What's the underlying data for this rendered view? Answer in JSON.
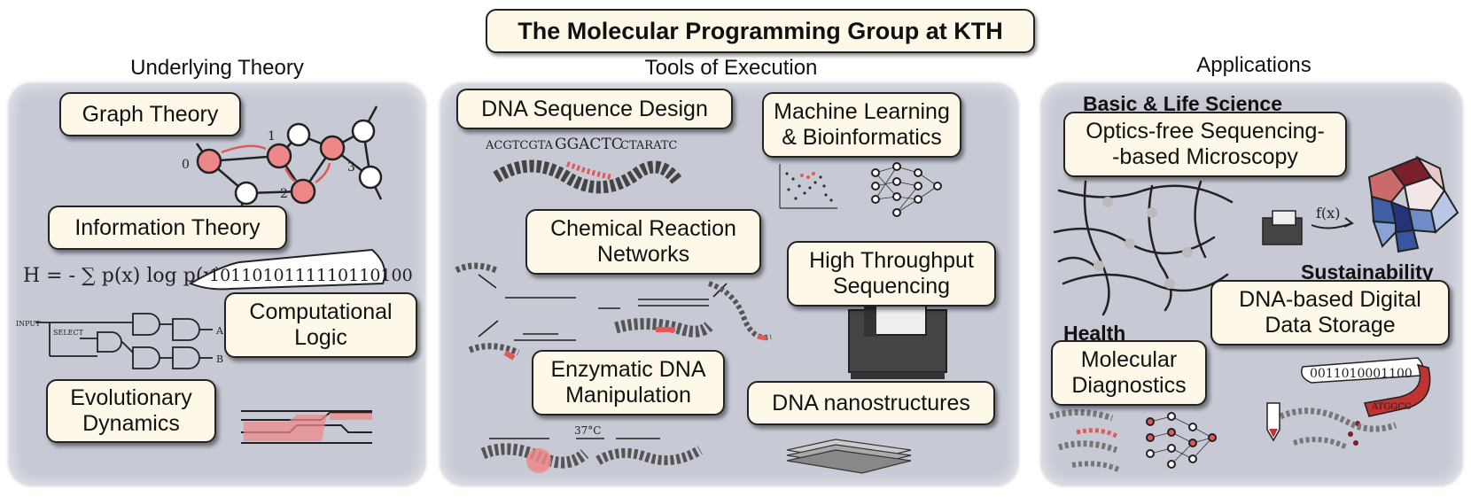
{
  "title": "The Molecular Programming Group at KTH",
  "columns": {
    "theory": {
      "heading": "Underlying Theory",
      "boxes": {
        "graph": "Graph Theory",
        "information": "Information Theory",
        "computational": "Computational\nLogic",
        "evolutionary": "Evolutionary\nDynamics"
      },
      "sketch": {
        "graph_nodes": [
          "0",
          "1",
          "2",
          "3"
        ],
        "entropy_formula": "H = - ∑ p(x) log p(x)",
        "binary_ribbon": "1011010111110110100",
        "logic_input": "INPUT",
        "logic_select": "SELECT",
        "logic_out_a": "A",
        "logic_out_b": "B"
      }
    },
    "tools": {
      "heading": "Tools of Execution",
      "boxes": {
        "dna_design": "DNA Sequence Design",
        "ml": "Machine Learning\n& Bioinformatics",
        "crn": "Chemical Reaction\nNetworks",
        "hts": "High Throughput\nSequencing",
        "enzymatic": "Enzymatic DNA\nManipulation",
        "nano": "DNA nanostructures"
      },
      "sketch": {
        "sequence_left": "ACGTCGTA",
        "sequence_highlight": "GGACTC",
        "sequence_right": "CTARATC",
        "temperature": "37°C"
      }
    },
    "applications": {
      "heading": "Applications",
      "sections": {
        "basic": "Basic & Life Science",
        "sustainability": "Sustainability",
        "health": "Health"
      },
      "boxes": {
        "microscopy": "Optics-free Sequencing-\n-based Microscopy",
        "storage": "DNA-based Digital\nData Storage",
        "diagnostics": "Molecular\nDiagnostics"
      },
      "sketch": {
        "function_label": "f(x)",
        "storage_bits": "0011010001100",
        "storage_bases": "ATGGCC"
      }
    }
  },
  "colors": {
    "panel": "#c7cad5",
    "box": "#fdf8e8",
    "accent_red": "#e05a5a"
  }
}
